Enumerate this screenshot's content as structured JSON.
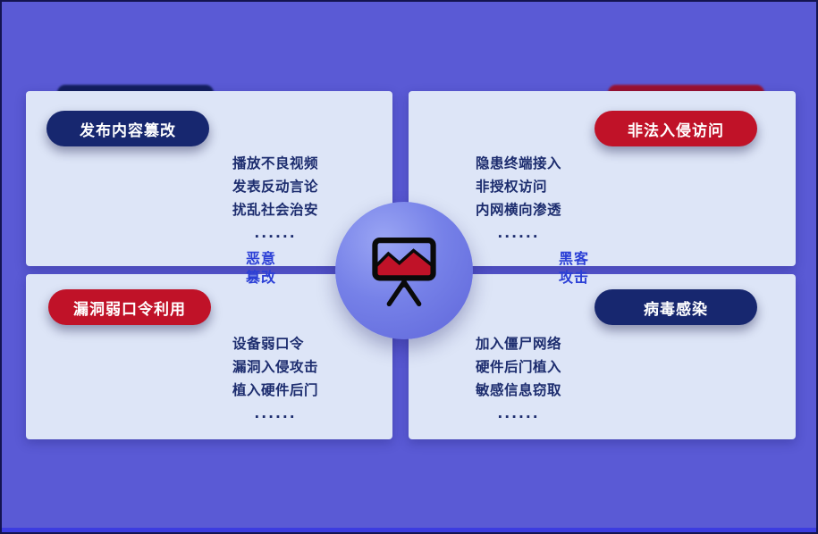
{
  "colors": {
    "background": "#5a5ad5",
    "card": "#dde5f7",
    "badge_navy": "#17276f",
    "badge_red": "#c01228",
    "body_text": "#1c2c6e",
    "connector_text": "#2b3fd6",
    "icon_chart_red": "#c01228"
  },
  "quadrants": [
    {
      "position": "top-left",
      "badge": {
        "label": "发布内容篡改",
        "color": "#17276f"
      },
      "items": [
        "播放不良视频",
        "发表反动言论",
        "扰乱社会治安"
      ],
      "ellipsis": "......"
    },
    {
      "position": "top-right",
      "badge": {
        "label": "非法入侵访问",
        "color": "#c01228"
      },
      "items": [
        "隐患终端接入",
        "非授权访问",
        "内网横向渗透"
      ],
      "ellipsis": "......"
    },
    {
      "position": "bottom-left",
      "badge": {
        "label": "漏洞弱口令利用",
        "color": "#c01228"
      },
      "items": [
        "设备弱口令",
        "漏洞入侵攻击",
        "植入硬件后门"
      ],
      "ellipsis": "......"
    },
    {
      "position": "bottom-right",
      "badge": {
        "label": "病毒感染",
        "color": "#17276f"
      },
      "items": [
        "加入僵尸网络",
        "硬件后门植入",
        "敏感信息窃取"
      ],
      "ellipsis": "......"
    }
  ],
  "connectors": {
    "left": {
      "line1": "恶意",
      "line2": "篡改"
    },
    "right": {
      "line1": "黑客",
      "line2": "攻击"
    }
  },
  "center": {
    "icon": "presentation-line-chart-icon"
  }
}
